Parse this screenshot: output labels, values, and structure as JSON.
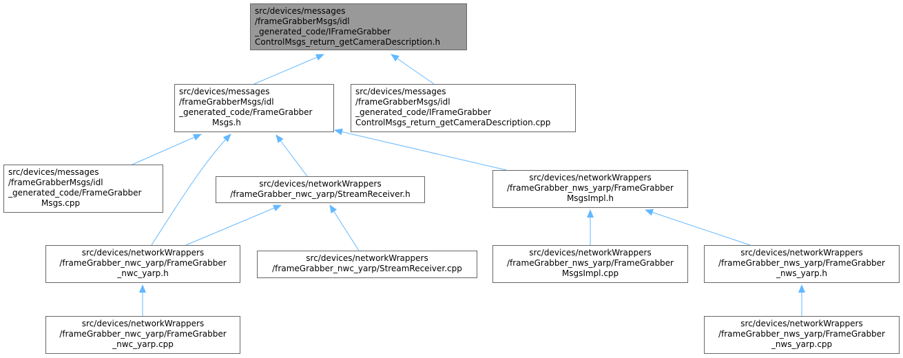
{
  "colors": {
    "edge": "#63B8FF",
    "node_border": "#666666",
    "root_fill": "#999999",
    "node_fill": "#ffffff"
  },
  "nodes": {
    "root": [
      "src/devices/messages",
      "/frameGrabberMsgs/idl",
      "_generated_code/IFrameGrabber",
      "ControlMsgs_return_getCameraDescription.h"
    ],
    "msgs_h": [
      "src/devices/messages",
      "/frameGrabberMsgs/idl",
      "_generated_code/FrameGrabber",
      "Msgs.h"
    ],
    "ctrl_cpp": [
      "src/devices/messages",
      "/frameGrabberMsgs/idl",
      "_generated_code/IFrameGrabber",
      "ControlMsgs_return_getCameraDescription.cpp"
    ],
    "msgs_cpp": [
      "src/devices/messages",
      "/frameGrabberMsgs/idl",
      "_generated_code/FrameGrabber",
      "Msgs.cpp"
    ],
    "stream_h": [
      "src/devices/networkWrappers",
      "/frameGrabber_nwc_yarp/StreamReceiver.h"
    ],
    "msgsimpl_h": [
      "src/devices/networkWrappers",
      "/frameGrabber_nws_yarp/FrameGrabber",
      "MsgsImpl.h"
    ],
    "nwc_h": [
      "src/devices/networkWrappers",
      "/frameGrabber_nwc_yarp/FrameGrabber",
      "_nwc_yarp.h"
    ],
    "stream_cpp": [
      "src/devices/networkWrappers",
      "/frameGrabber_nwc_yarp/StreamReceiver.cpp"
    ],
    "msgsimpl_cpp": [
      "src/devices/networkWrappers",
      "/frameGrabber_nws_yarp/FrameGrabber",
      "MsgsImpl.cpp"
    ],
    "nws_h": [
      "src/devices/networkWrappers",
      "/frameGrabber_nws_yarp/FrameGrabber",
      "_nws_yarp.h"
    ],
    "nwc_cpp": [
      "src/devices/networkWrappers",
      "/frameGrabber_nwc_yarp/FrameGrabber",
      "_nwc_yarp.cpp"
    ],
    "nws_cpp": [
      "src/devices/networkWrappers",
      "/frameGrabber_nws_yarp/FrameGrabber",
      "_nws_yarp.cpp"
    ]
  },
  "edges": [
    [
      "msgs_h",
      "root"
    ],
    [
      "ctrl_cpp",
      "root"
    ],
    [
      "msgs_cpp",
      "msgs_h"
    ],
    [
      "nwc_h",
      "msgs_h"
    ],
    [
      "stream_h",
      "msgs_h"
    ],
    [
      "msgsimpl_h",
      "msgs_h"
    ],
    [
      "nwc_h",
      "stream_h"
    ],
    [
      "stream_cpp",
      "stream_h"
    ],
    [
      "msgsimpl_cpp",
      "msgsimpl_h"
    ],
    [
      "nws_h",
      "msgsimpl_h"
    ],
    [
      "nwc_cpp",
      "nwc_h"
    ],
    [
      "nws_cpp",
      "nws_h"
    ]
  ]
}
